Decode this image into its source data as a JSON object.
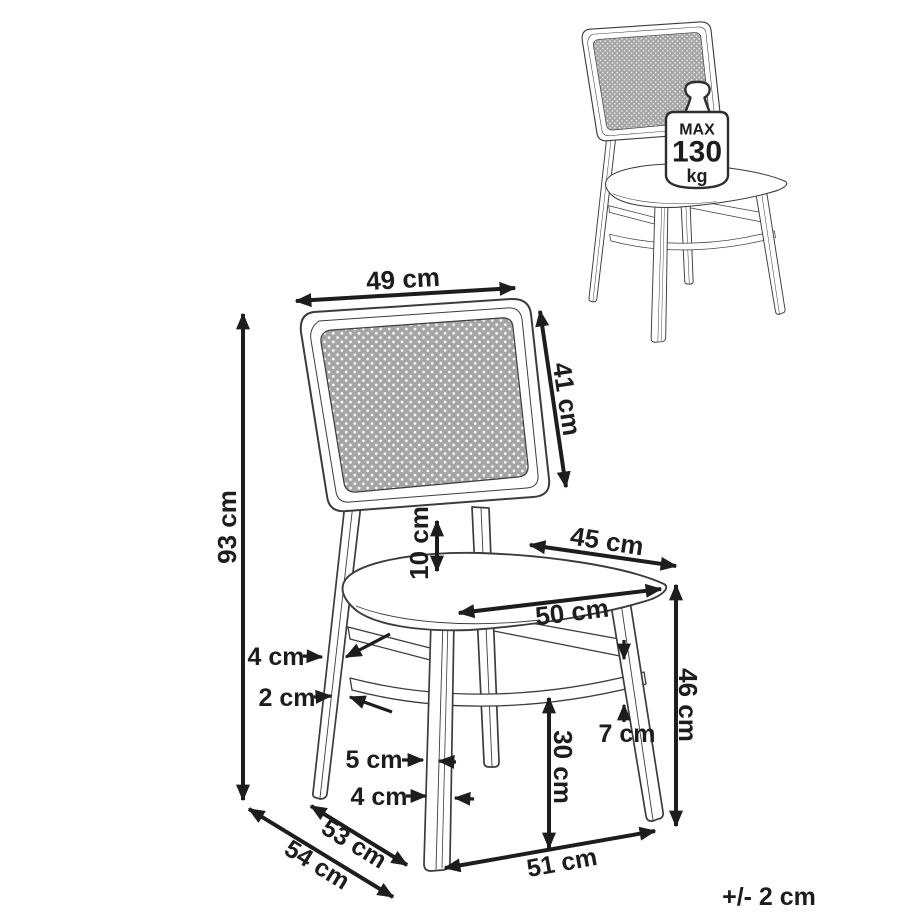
{
  "diagram": {
    "type": "furniture-dimension-diagram",
    "subject": "Dining chair with rattan cane backrest",
    "tolerance": "+/- 2 cm",
    "weight_limit": {
      "line1": "MAX",
      "line2": "130",
      "line3": "kg"
    },
    "dimensions": {
      "backrest_width": "49 cm",
      "backrest_height": "41 cm",
      "overall_height": "93 cm",
      "back_to_seat_gap": "10 cm",
      "seat_depth": "45 cm",
      "seat_width": "50 cm",
      "rear_leg_thickness": "4 cm",
      "side_rail_thickness": "2 cm",
      "seat_height": "46 cm",
      "stretcher_gap": "7 cm",
      "stretcher_floor_clearance": "30 cm",
      "front_leg_top_thickness": "5 cm",
      "front_leg_bottom_thickness": "4 cm",
      "leg_footprint_depth": "53 cm",
      "overall_depth": "54 cm",
      "front_leg_span": "51 cm"
    },
    "colors": {
      "line": "#1d1d1d",
      "chair_line": "#3c3c3c",
      "cane_bg": "#a6a6a6",
      "cane_dot": "#fdfdfd"
    }
  }
}
